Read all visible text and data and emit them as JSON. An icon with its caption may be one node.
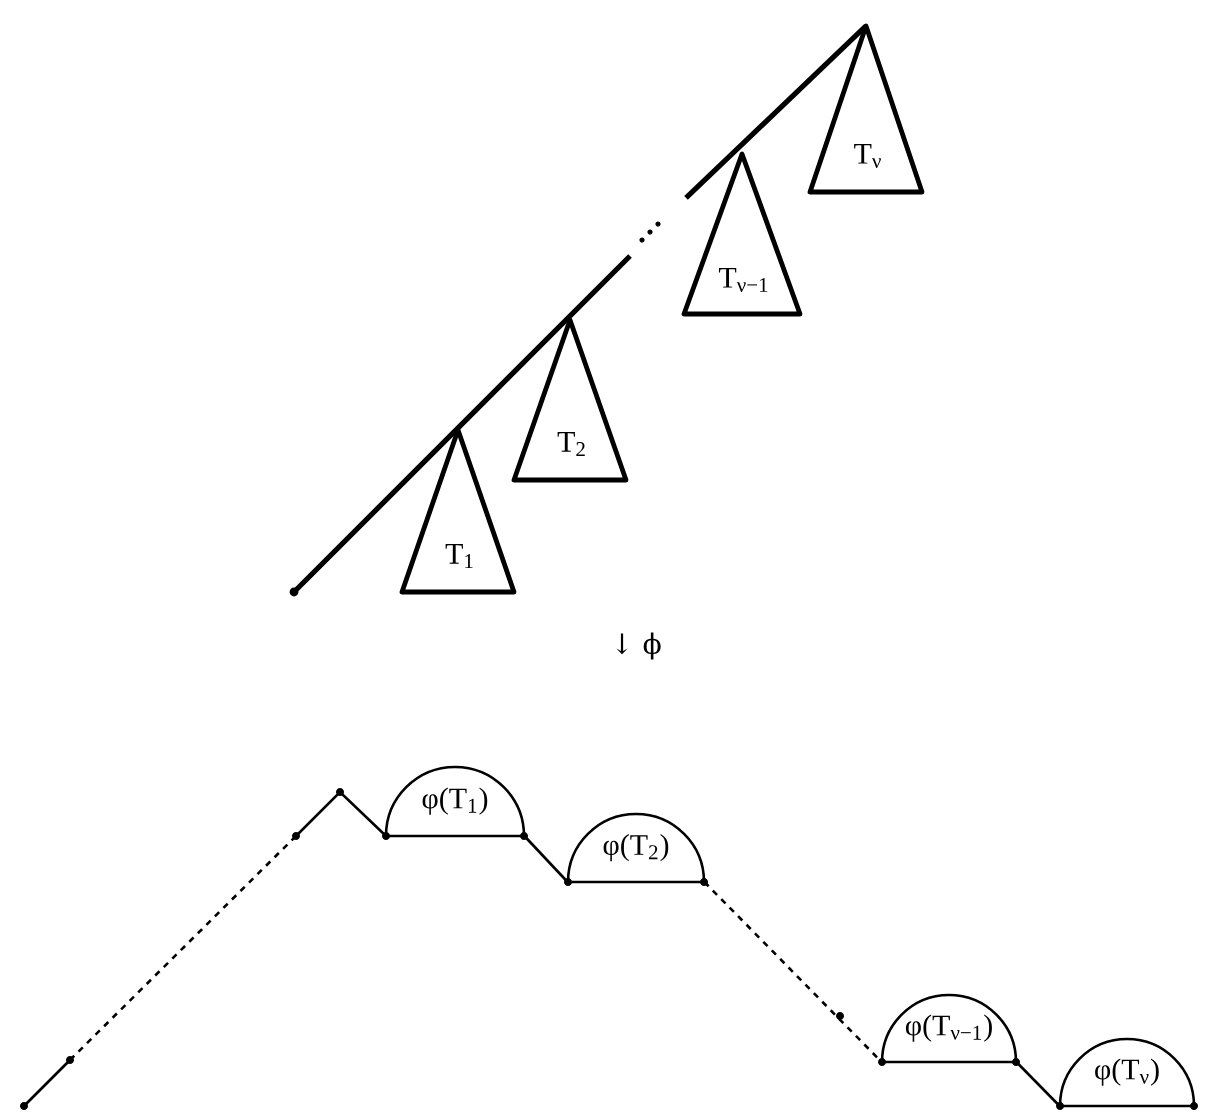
{
  "diagram": {
    "nodes": [
      {
        "text": [
          "T$_{1}$"
        ]
      },
      {
        "text": [
          "T$_{2}$"
        ]
      },
      {
        "text": [
          "T$_{ν−1}$"
        ]
      },
      {
        "text": [
          "T$_{ν}$"
        ]
      },
      {
        "text": [
          "φ(T$_{1}$)"
        ]
      },
      {
        "text": [
          "φ(T$_{2}$)"
        ]
      },
      {
        "text": [
          "φ(T$_{ν−1}$)"
        ]
      },
      {
        "text": [
          "φ(T$_{ν}$)"
        ]
      }
    ],
    "edges": [
      {
        "from": 4,
        "to": 5,
        "arrow": "none"
      },
      {
        "from": 5,
        "to": 6,
        "arrow": "none",
        "style": "dashed"
      },
      {
        "from": 6,
        "to": 7,
        "arrow": "none"
      }
    ],
    "labels": [
      "↓ ϕ"
    ]
  }
}
